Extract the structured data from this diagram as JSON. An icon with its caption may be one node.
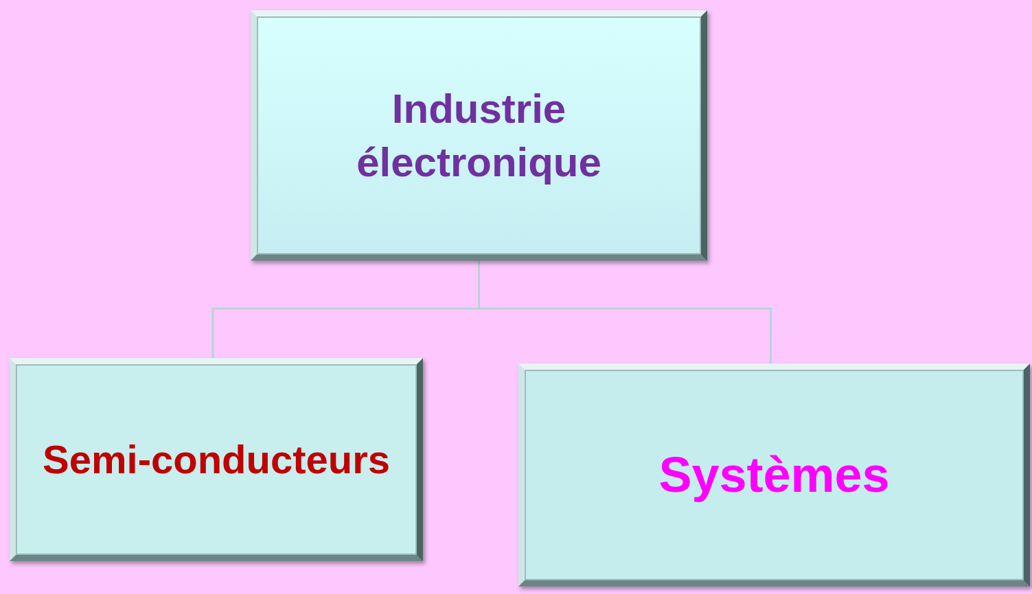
{
  "diagram": {
    "nodes": [
      {
        "text": [
          "Industrie électronique"
        ]
      },
      {
        "text": [
          "Semi-conducteurs"
        ]
      },
      {
        "text": [
          "Systèmes"
        ]
      }
    ],
    "edges": [
      {
        "from": 0,
        "to": 1,
        "arrow": "none"
      },
      {
        "from": 0,
        "to": 2,
        "arrow": "none"
      }
    ]
  }
}
